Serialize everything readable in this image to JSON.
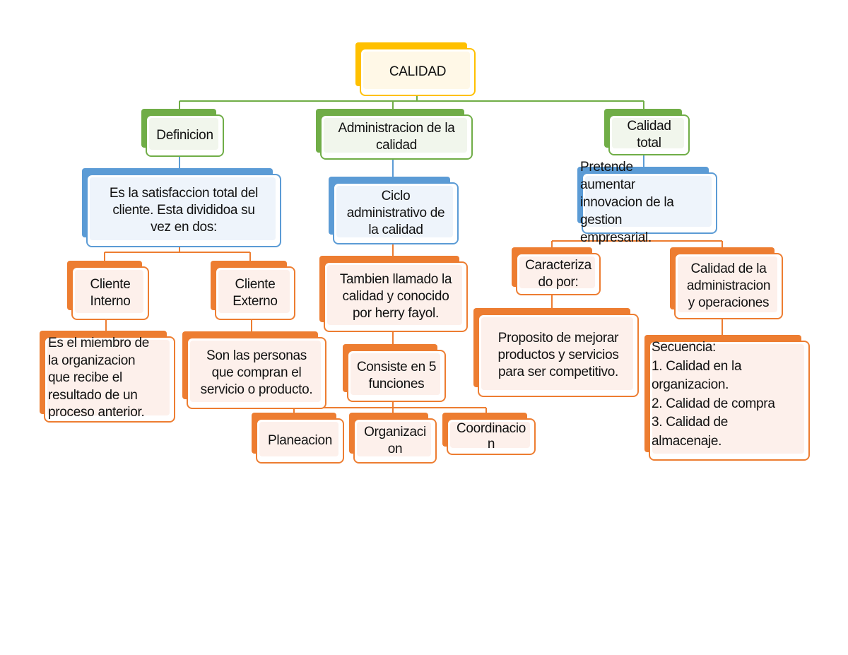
{
  "colors": {
    "root": "#ffc000",
    "level1": "#70ad47",
    "level2": "#5b9bd5",
    "leaf": "#ed7d31"
  },
  "diagram": {
    "root": {
      "label": "CALIDAD"
    },
    "branches": [
      {
        "label": "Definicion",
        "description": "Es la satisfaccion total del\ncliente. Esta divididoa su\nvez en dos:",
        "children": [
          {
            "label": "Cliente\nInterno",
            "detail": "Es el miembro de\nla organizacion\nque recibe el\nresultado de un\nproceso anterior."
          },
          {
            "label": "Cliente\nExterno",
            "detail": "Son las personas\nque compran el\nservicio o producto."
          }
        ]
      },
      {
        "label": "Administracion de la\ncalidad",
        "description": "Ciclo\nadministrativo de\nla calidad",
        "note": "Tambien llamado la\ncalidad y conocido\npor herry fayol.",
        "functions_title": "Consiste en 5\nfunciones",
        "functions": [
          "Planeacion",
          "Organizaci\non",
          "Coordinacio\nn"
        ]
      },
      {
        "label": "Calidad\ntotal",
        "description": "Pretende\naumentar\ninnovacion de la\ngestion\nempresarial.",
        "children": [
          {
            "label": "Caracteriza\ndo por:",
            "detail": "Proposito de mejorar\nproductos y servicios\npara ser competitivo."
          },
          {
            "label": "Calidad de la\nadministracion\ny operaciones",
            "detail": "Secuencia:\n1. Calidad en la\norganizacion.\n2. Calidad de compra\n3. Calidad de\nalmacenaje."
          }
        ]
      }
    ]
  }
}
